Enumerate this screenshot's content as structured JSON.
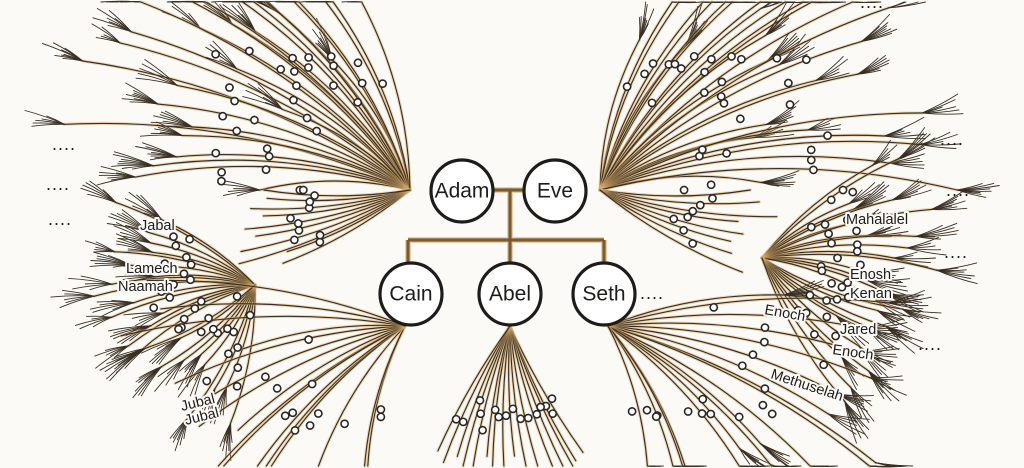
{
  "nodes": {
    "adam": "Adam",
    "eve": "Eve",
    "cain": "Cain",
    "abel": "Abel",
    "seth": "Seth"
  },
  "labels": {
    "jabal": "Jabal",
    "lamech": "Lamech",
    "naamah": "Naamah",
    "jubal_1": "Jubal",
    "jubal_2": "Jubal",
    "mahalalel": "Mahalalel",
    "enosh": "Enosh",
    "kenan": "Kenan",
    "enoch_1": "Enoch",
    "jared": "Jared",
    "enoch_2": "Enoch",
    "methuselah": "Methuselah"
  },
  "ellipsis": "....",
  "colors": {
    "ink": "#1d1c1a",
    "branch": "#3a2f22",
    "glow": "#d9ae6c",
    "background": "#fbfaf7"
  }
}
